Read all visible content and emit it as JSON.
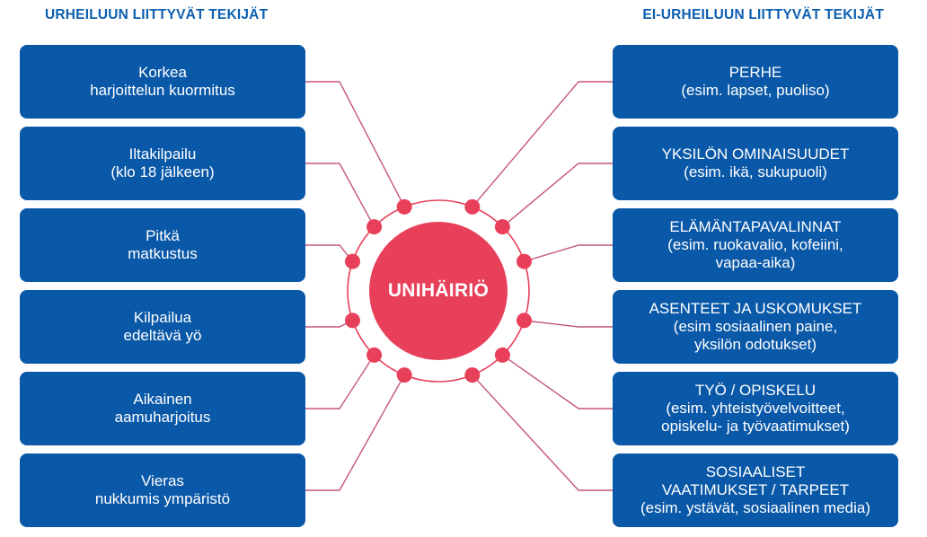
{
  "headings": {
    "left": "URHEILUUN LIITTYVÄT TEKIJÄT",
    "right": "EI-URHEILUUN LIITTYVÄT TEKIJÄT"
  },
  "center": {
    "label": "UNIHÄIRIÖ"
  },
  "left_factors": [
    {
      "lines": [
        "Korkea",
        "harjoittelun kuormitus"
      ]
    },
    {
      "lines": [
        "Iltakilpailu",
        "(klo 18 jälkeen)"
      ]
    },
    {
      "lines": [
        "Pitkä",
        "matkustus"
      ]
    },
    {
      "lines": [
        "Kilpailua",
        "edeltävä yö"
      ]
    },
    {
      "lines": [
        "Aikainen",
        "aamuharjoitus"
      ]
    },
    {
      "lines": [
        "Vieras",
        "nukkumis ympäristö"
      ]
    }
  ],
  "right_factors": [
    {
      "lines": [
        "PERHE",
        "(esim. lapset, puoliso)"
      ]
    },
    {
      "lines": [
        "YKSILÖN OMINAISUUDET",
        "(esim. ikä, sukupuoli)"
      ]
    },
    {
      "lines": [
        "ELÄMÄNTAPAVALINNAT",
        "(esim. ruokavalio, kofeiini,",
        "vapaa-aika)"
      ]
    },
    {
      "lines": [
        "ASENTEET JA USKOMUKSET",
        "(esim sosiaalinen paine,",
        "yksilön odotukset)"
      ]
    },
    {
      "lines": [
        "TYÖ / OPISKELU",
        "(esim. yhteistyövelvoitteet,",
        "opiskelu-  ja työvaatimukset)"
      ]
    },
    {
      "lines": [
        "SOSIAALISET",
        "VAATIMUKSET / TARPEET",
        "(esim. ystävät, sosiaalinen media)"
      ]
    }
  ],
  "colors": {
    "box": "#0a58a8",
    "heading": "#0d5fb1",
    "accent": "#e8405a",
    "ring": "#e8405a",
    "connector": "#c4567a"
  }
}
